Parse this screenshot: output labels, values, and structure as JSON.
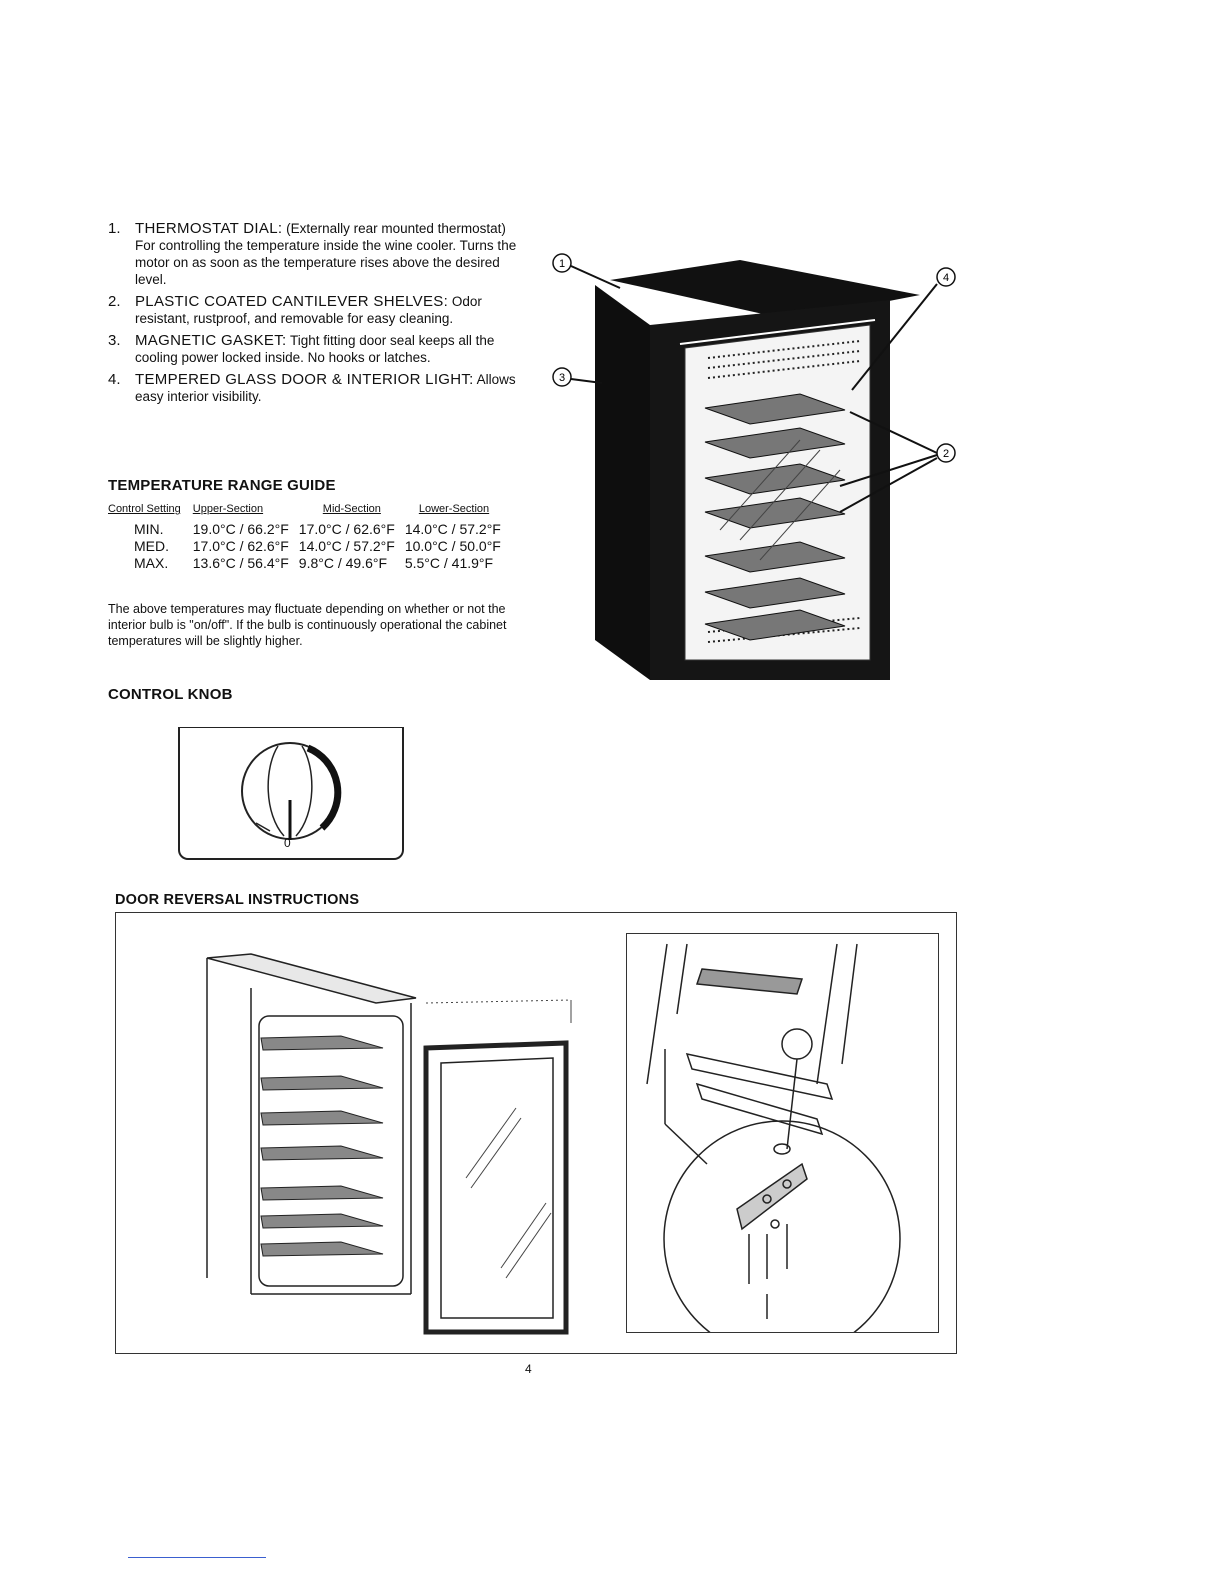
{
  "features": [
    {
      "number": "1.",
      "heading": "THERMOSTAT DIAL:",
      "body": " (Externally rear mounted thermostat) For controlling the temperature inside the wine cooler. Turns the motor on as soon as the temperature rises above the desired level."
    },
    {
      "number": "2.",
      "heading": "PLASTIC COATED CANTILEVER SHELVES:",
      "body": " Odor resistant, rustproof, and removable for easy cleaning."
    },
    {
      "number": "3.",
      "heading": "MAGNETIC GASKET:",
      "body": " Tight fitting door seal keeps all the cooling power locked inside. No hooks or latches."
    },
    {
      "number": "4.",
      "heading": "TEMPERED GLASS DOOR & INTERIOR LIGHT:",
      "body": " Allows easy interior visibility."
    }
  ],
  "temperature_guide": {
    "title": "TEMPERATURE RANGE GUIDE",
    "headers": [
      "Control Setting",
      "Upper-Section",
      "Mid-Section",
      "Lower-Section"
    ],
    "rows": [
      [
        "MIN.",
        "19.0°C / 66.2°F",
        "17.0°C / 62.6°F",
        "14.0°C / 57.2°F"
      ],
      [
        "MED.",
        "17.0°C / 62.6°F",
        "14.0°C / 57.2°F",
        "10.0°C / 50.0°F"
      ],
      [
        "MAX.",
        "13.6°C / 56.4°F",
        "9.8°C / 49.6°F",
        "5.5°C / 41.9°F"
      ]
    ],
    "note": "The above temperatures may fluctuate depending on whether or not the interior bulb is \"on/off\". If the bulb is continuously operational the cabinet temperatures will be slightly higher."
  },
  "control_knob": {
    "title": "CONTROL KNOB",
    "zero_mark": "0"
  },
  "callouts": [
    "1",
    "2",
    "3",
    "4"
  ],
  "door_reversal": {
    "title": "DOOR REVERSAL INSTRUCTIONS"
  },
  "page_number": "4"
}
